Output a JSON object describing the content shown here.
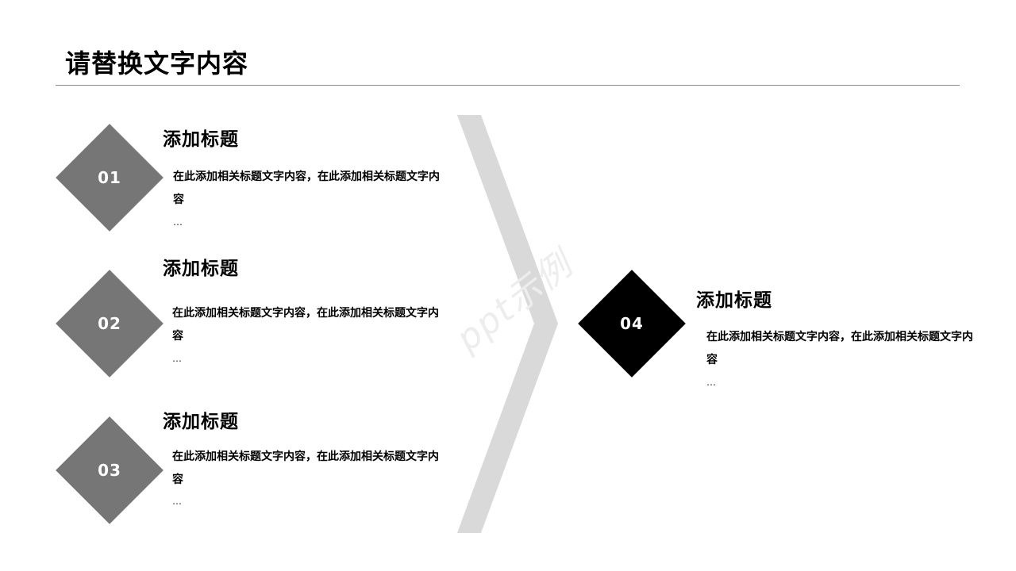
{
  "page": {
    "title": "请替换文字内容"
  },
  "watermark": "ppt示例",
  "items": [
    {
      "number": "01",
      "title": "添加标题",
      "body": "在此添加相关标题文字内容，在此添加相关标题文字内容",
      "more": "…"
    },
    {
      "number": "02",
      "title": "添加标题",
      "body": "在此添加相关标题文字内容，在此添加相关标题文字内容",
      "more": "…"
    },
    {
      "number": "03",
      "title": "添加标题",
      "body": "在此添加相关标题文字内容，在此添加相关标题文字内容",
      "more": "…"
    },
    {
      "number": "04",
      "title": "添加标题",
      "body": "在此添加相关标题文字内容，在此添加相关标题文字内容",
      "more": "…"
    }
  ],
  "colors": {
    "diamond_gray": "#767676",
    "diamond_highlight": "#000000",
    "chevron": "#d9d9d9",
    "rule": "#8c8c8c"
  }
}
